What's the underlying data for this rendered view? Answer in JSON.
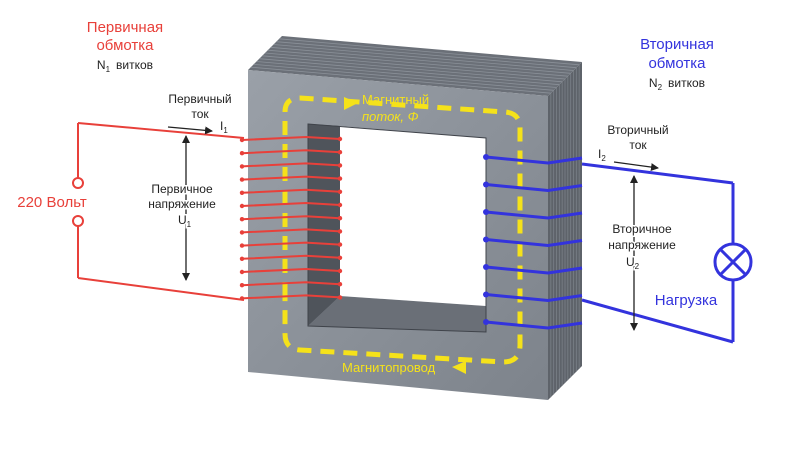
{
  "colors": {
    "primary": "#e8403a",
    "secondary": "#3333dd",
    "flux": "#f5e21a",
    "core_front": "#8c929a",
    "core_edge": "#5c6168",
    "text": "#222222",
    "window": "#ffffff"
  },
  "primary": {
    "title_line1": "Первичная",
    "title_line2": "обмотка",
    "turns_sym": "N",
    "turns_sub": "1",
    "turns_word": "витков",
    "current_line1": "Первичный",
    "current_line2": "ток",
    "current_sym": "I",
    "current_sub": "1",
    "voltage_line1": "Первичное",
    "voltage_line2": "напряжение",
    "voltage_sym": "U",
    "voltage_sub": "1",
    "source": "220 Вольт"
  },
  "secondary": {
    "title_line1": "Вторичная",
    "title_line2": "обмотка",
    "turns_sym": "N",
    "turns_sub": "2",
    "turns_word": "витков",
    "current_line1": "Вторичный",
    "current_line2": "ток",
    "current_sym": "I",
    "current_sub": "2",
    "voltage_line1": "Вторичное",
    "voltage_line2": "напряжение",
    "voltage_sym": "U",
    "voltage_sub": "2",
    "load": "Нагрузка"
  },
  "core": {
    "flux_line1": "Магнитный",
    "flux_line2": "поток, Φ",
    "core_label": "Магнитопровод"
  },
  "icons": {
    "lamp": "lamp-icon",
    "terminal": "terminal-circle-icon"
  }
}
